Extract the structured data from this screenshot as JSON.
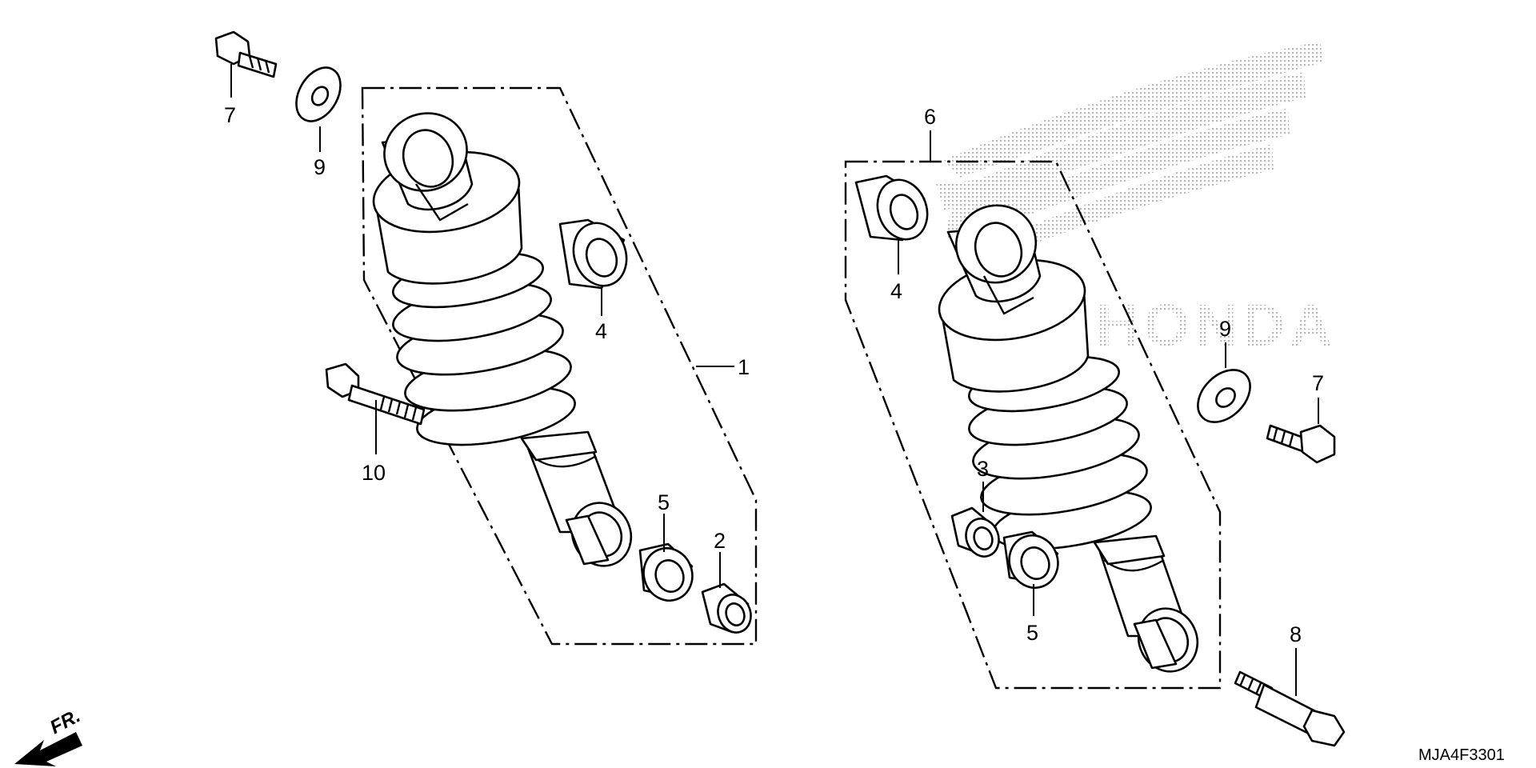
{
  "diagram": {
    "callouts": {
      "c1": "1",
      "c2": "2",
      "c3": "3",
      "c4a": "4",
      "c4b": "4",
      "c5a": "5",
      "c5b": "5",
      "c6": "6",
      "c7a": "7",
      "c7b": "7",
      "c8": "8",
      "c9a": "9",
      "c9b": "9",
      "c10": "10"
    },
    "direction_label": "FR.",
    "drawing_code": "MJA4F3301",
    "watermark": "HONDA",
    "colors": {
      "line": "#000000",
      "watermark": "#b8b8b8",
      "background": "#ffffff"
    }
  }
}
